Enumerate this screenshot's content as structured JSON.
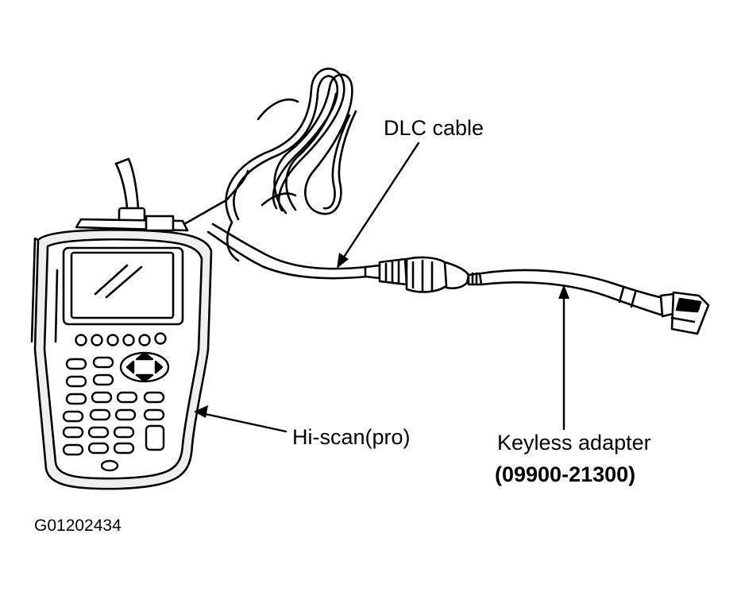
{
  "labels": {
    "dlc_cable": "DLC cable",
    "hi_scan": "Hi-scan(pro)",
    "keyless_adapter": "Keyless adapter",
    "part_number": "(09900-21300)",
    "figure_id": "G01202434"
  },
  "colors": {
    "ink": "#000000",
    "paper": "#ffffff",
    "device_fill": "#efefef"
  }
}
